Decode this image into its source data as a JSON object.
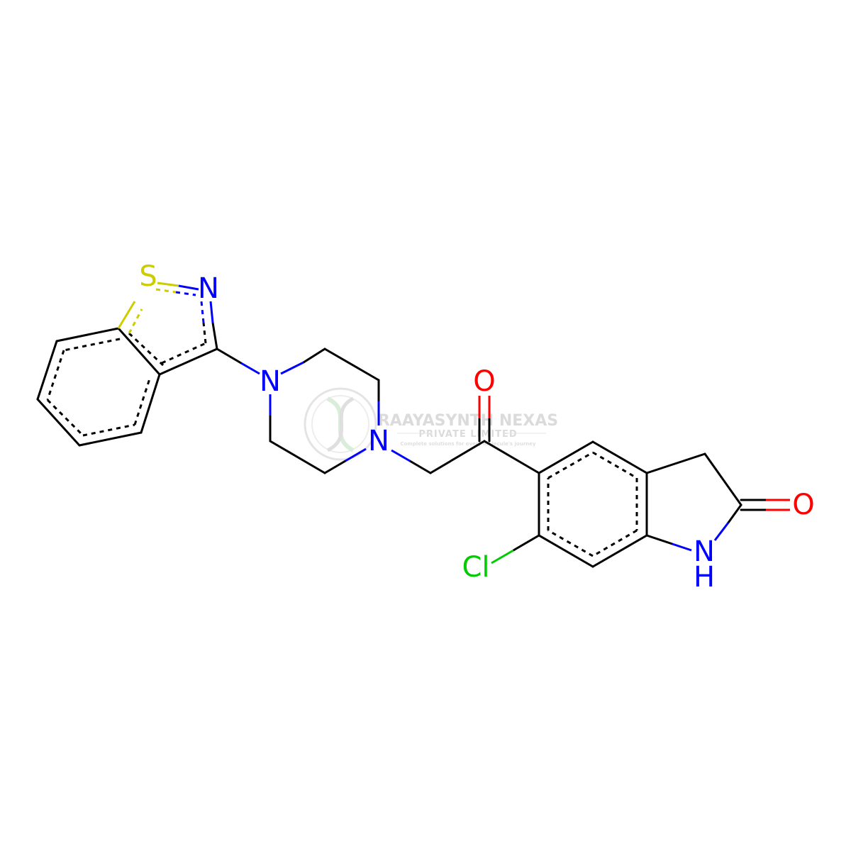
{
  "molecule": {
    "atoms": {
      "S": "S",
      "N_isothiazole": "N",
      "N_pip1": "N",
      "N_pip2": "N",
      "O_ketone": "O",
      "O_lactam": "O",
      "Cl": "Cl",
      "NH_label": "N",
      "NH_h": "H"
    },
    "colors": {
      "bond": "#000000",
      "nitrogen": "#0000ff",
      "oxygen": "#ff0000",
      "sulfur": "#cccc00",
      "chlorine": "#00cc00"
    }
  },
  "watermark": {
    "title": "RAAYASYNTH NEXAS",
    "subtitle": "PRIVATE LIMITED",
    "tagline": "Complete solutions for every molecule's journey",
    "color": "#d8d8d8"
  }
}
